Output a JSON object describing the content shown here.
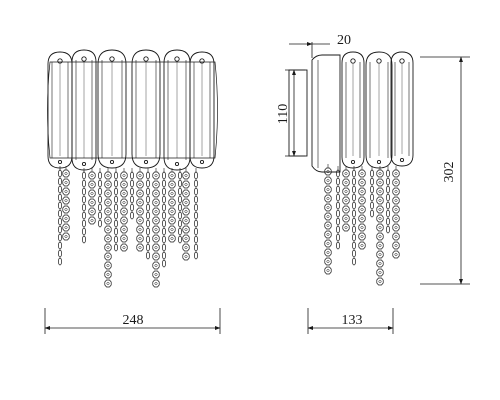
{
  "drawing": {
    "front_view": {
      "width_label": "248"
    },
    "side_view": {
      "depth_label": "133",
      "backplate_depth_label": "20",
      "backplate_height_label": "110",
      "overall_height_label": "302"
    }
  },
  "colors": {
    "line": "#1a1a1a",
    "background": "#ffffff"
  }
}
